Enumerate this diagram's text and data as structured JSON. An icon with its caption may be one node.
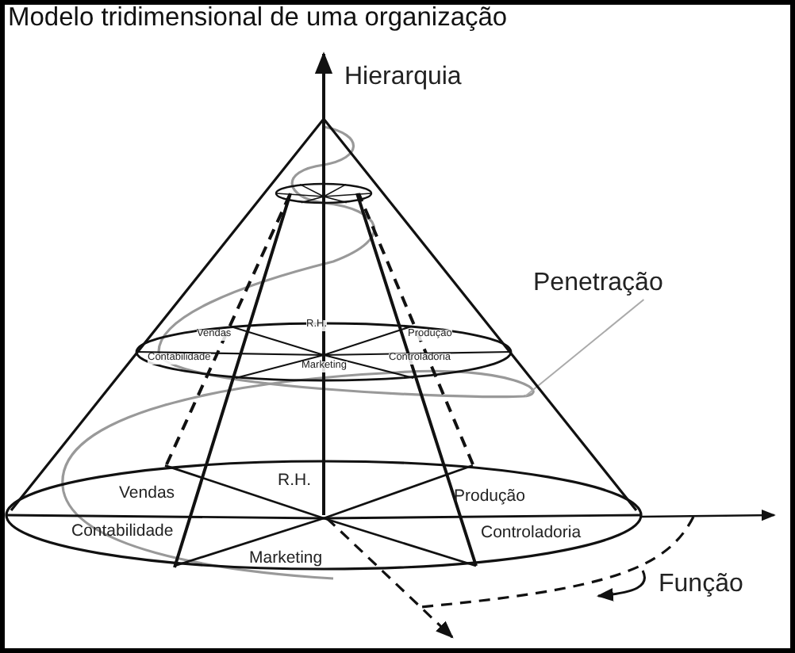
{
  "diagram": {
    "title": "Modelo tridimensional de uma organização",
    "nodes": [
      {
        "text": [
          "Penetração"
        ]
      },
      {
        "text": [],
        "shape": "spiral"
      }
    ],
    "edges": [
      {
        "from": 0,
        "to": 1,
        "arrow": "none"
      }
    ],
    "labels": [
      "Hierarquia",
      "R.H.",
      "Vendas",
      "Produção",
      "Contabilidade",
      "Marketing",
      "Controladoria",
      "R.H.",
      "Vendas",
      "Produção",
      "Contabilidade",
      "Controladoria",
      "Marketing",
      "Função"
    ]
  }
}
